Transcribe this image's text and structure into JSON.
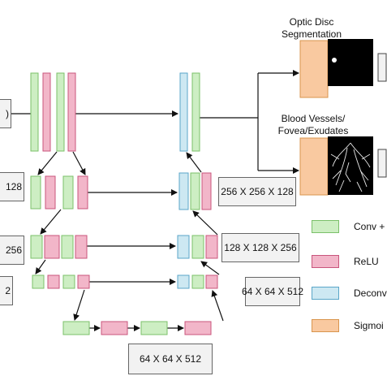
{
  "colors": {
    "conv_fill": "#cdeec3",
    "conv_stroke": "#7bc06a",
    "relu_fill": "#f2b6c9",
    "relu_stroke": "#c9557c",
    "deconv_fill": "#cde8f2",
    "deconv_stroke": "#5aa6c8",
    "sigmoid_fill": "#f9c9a0",
    "sigmoid_stroke": "#d9954e",
    "line": "#111111"
  },
  "outputs": {
    "optic_title": "Optic Disc\nSegmentation",
    "vessels_title": "Blood Vessels/\nFovea/Exudates"
  },
  "dims": {
    "right1": "256 X 256 X 128",
    "right2": "128 X 128 X 256",
    "right3": "64 X 64 X 512",
    "bottom": "64 X 64 X 512",
    "left_partial1": ")",
    "left_partial2": "128",
    "left_partial3": "256",
    "left_partial4": "2"
  },
  "legend": [
    {
      "label": "Conv +",
      "color_key": "conv"
    },
    {
      "label": "ReLU",
      "color_key": "relu"
    },
    {
      "label": "Deconv",
      "color_key": "deconv"
    },
    {
      "label": "Sigmoi",
      "color_key": "sigmoid"
    }
  ]
}
